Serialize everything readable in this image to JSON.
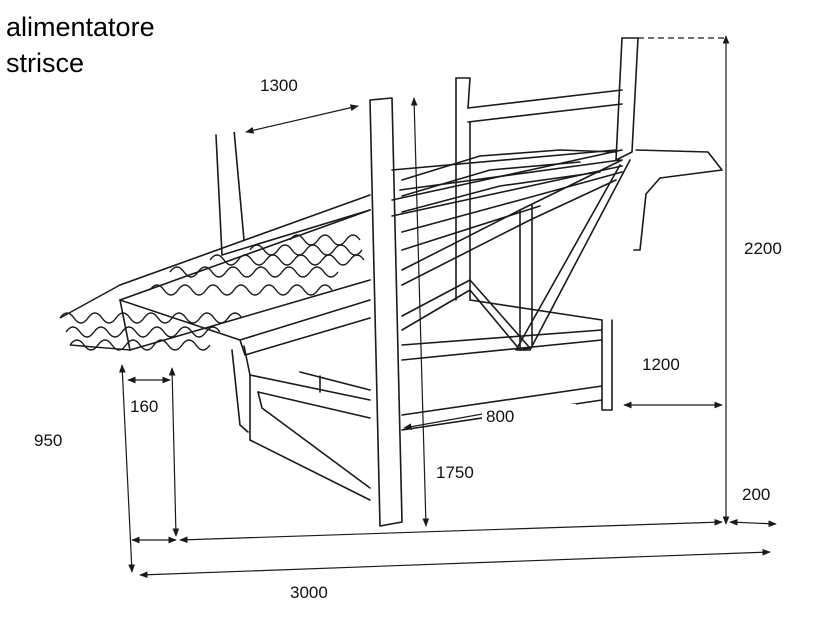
{
  "title": {
    "line1": "alimentatore",
    "line2": "strisce"
  },
  "dimensions": {
    "d1300": "1300",
    "d2200": "2200",
    "d1200": "1200",
    "d800": "800",
    "d160": "160",
    "d950": "950",
    "d1750": "1750",
    "d200": "200",
    "d3000": "3000"
  },
  "colors": {
    "line": "#1a1a1a",
    "background": "#ffffff"
  }
}
